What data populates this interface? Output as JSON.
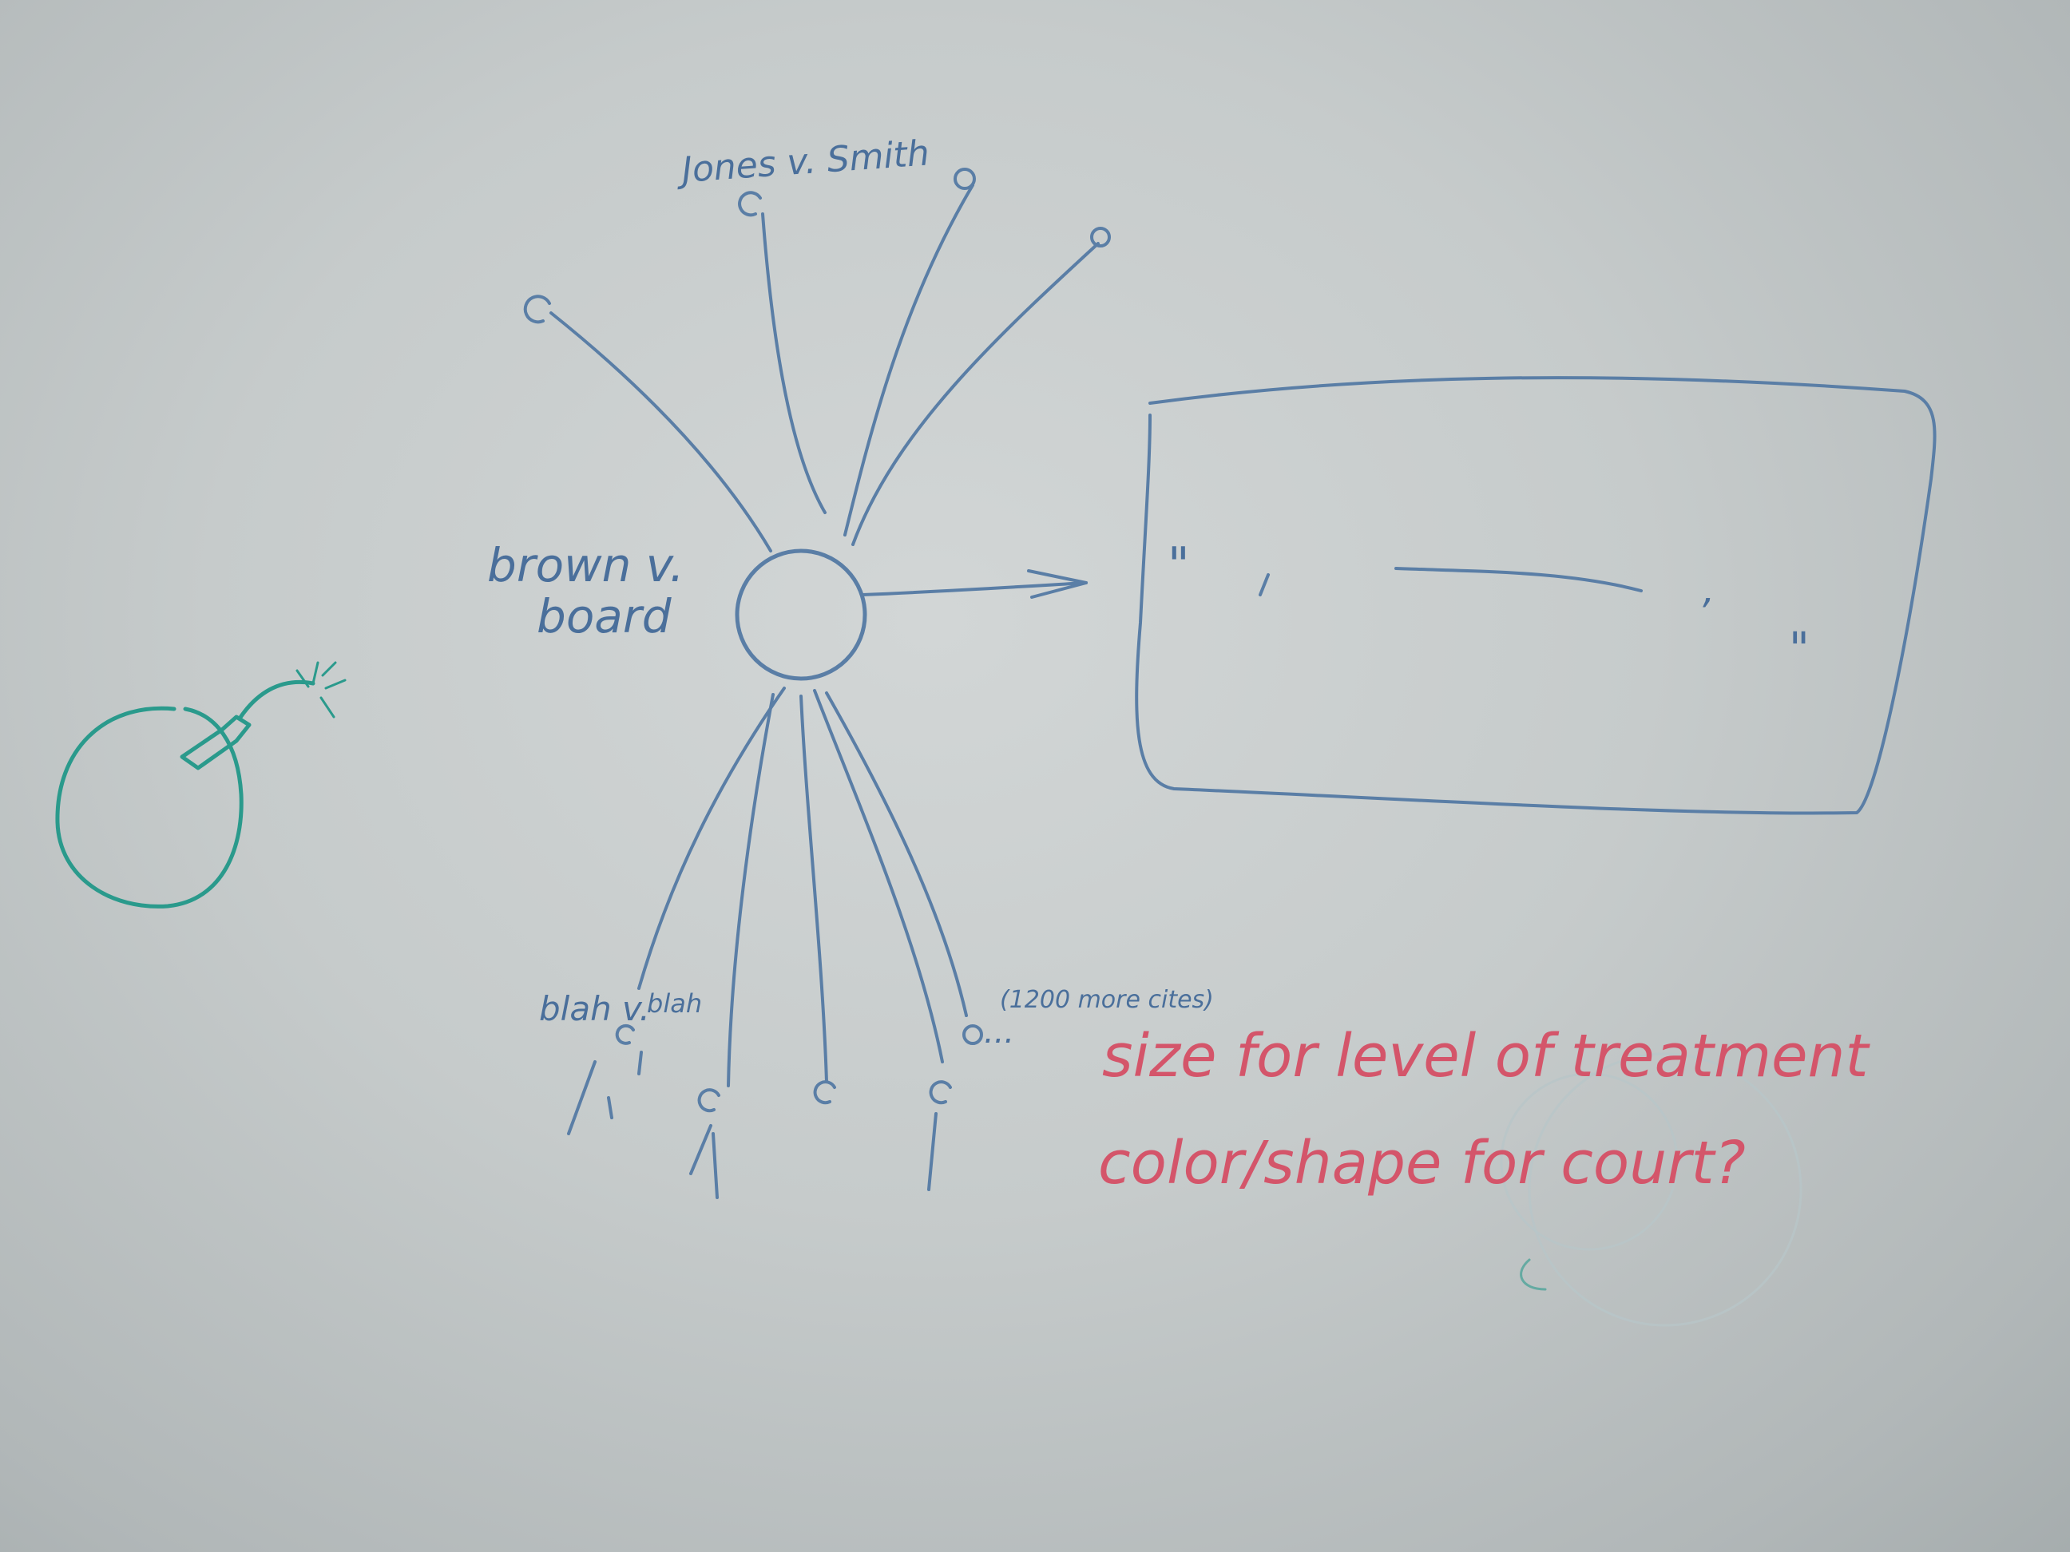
{
  "whiteboard": {
    "labels": {
      "center_node_line1": "brown v.",
      "center_node_line2": "board",
      "top_node": "Jones v. Smith",
      "bottom_left_line1": "blah v.",
      "bottom_left_line2": "blah",
      "more_cites": "(1200 more cites)",
      "ellipsis": "...",
      "quote_open": "\"",
      "quote_comma": ",",
      "quote_close": "\""
    },
    "notes": {
      "line1": "size for level of treatment",
      "line2": "color/shape for court?"
    },
    "icons": {
      "bomb": "bomb-icon",
      "arrow": "arrow-right-icon"
    },
    "colors": {
      "board": "#c6cbcb",
      "blue_marker": "#5a7ea6",
      "teal_marker": "#2a9a8c",
      "red_marker": "#d4556a"
    }
  }
}
